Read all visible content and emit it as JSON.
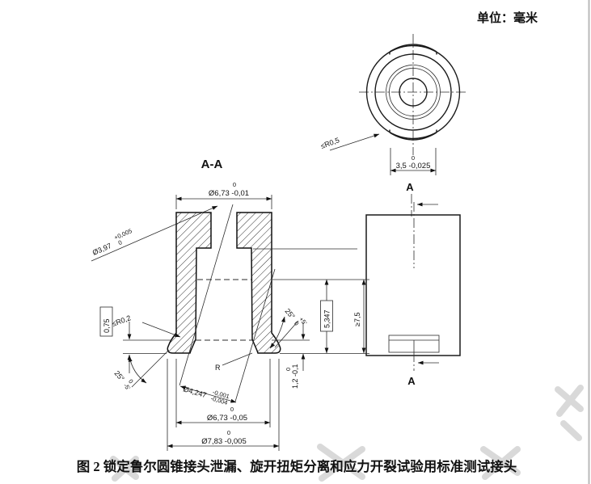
{
  "page": {
    "units_label": "单位：毫米",
    "caption": "图 2  锁定鲁尔圆锥接头泄漏、旋开扭矩分离和应力开裂试验用标准测试接头"
  },
  "views": {
    "section": {
      "title": "A-A"
    },
    "top": {
      "arrow_label": "A"
    },
    "side": {
      "arrow_label": "A"
    }
  },
  "dims": {
    "top_outer_dia": {
      "main": "Ø6,73 -0,01",
      "tol_top": "0"
    },
    "bore_dia": {
      "main": "Ø3,97",
      "tol_top": "+0,005",
      "tol_bot": "0"
    },
    "cone_dia": {
      "main": "Ø4,247",
      "tol_top": "-0,001",
      "tol_bot": "-0,004"
    },
    "bottom_outer_dia": {
      "main": "Ø6,73 -0,05",
      "tol_top": "0"
    },
    "flange_dia": {
      "main": "Ø7,83 -0,005",
      "tol_top": "0"
    },
    "lug_width": {
      "main": "3,5 -0,025",
      "tol_top": "0"
    },
    "step_height": {
      "main": "1,2 -0,1",
      "tol_top": "0"
    },
    "flange_thickness": {
      "main": "0,75"
    },
    "gauge_length": {
      "main": "5,347"
    },
    "min_length": {
      "main": "≥7,5"
    },
    "lug_radius": {
      "main": "≤R0,5"
    },
    "fillet_radius": {
      "main": "≤R0,2"
    },
    "corner_radius": {
      "main": "R"
    },
    "angle_left": {
      "main": "25°",
      "tol_top": "0",
      "tol_bot": "-5′"
    },
    "angle_right": {
      "main": "25°",
      "tol_top": "+5′",
      "tol_bot": "0"
    }
  }
}
